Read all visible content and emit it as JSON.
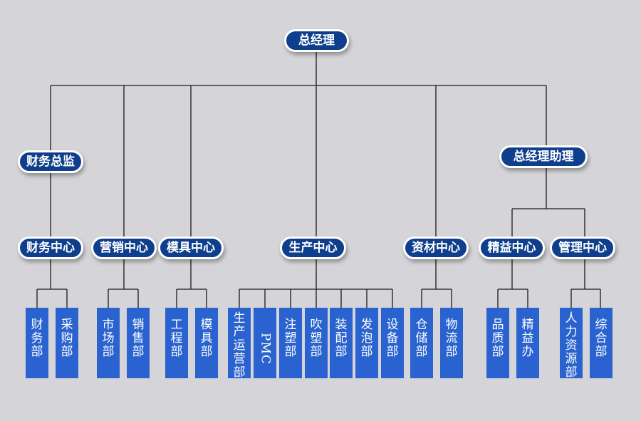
{
  "top": {
    "label": "总经理"
  },
  "level2": {
    "finance_director": "财务总监",
    "gm_assistant": "总经理助理"
  },
  "centers": [
    {
      "label": "财务中心"
    },
    {
      "label": "营销中心"
    },
    {
      "label": "模具中心"
    },
    {
      "label": "生产中心"
    },
    {
      "label": "资材中心"
    },
    {
      "label": "精益中心"
    },
    {
      "label": "管理中心"
    }
  ],
  "departments": [
    {
      "label": "财务部",
      "center": "财务中心"
    },
    {
      "label": "采购部",
      "center": "财务中心"
    },
    {
      "label": "市场部",
      "center": "营销中心"
    },
    {
      "label": "销售部",
      "center": "营销中心"
    },
    {
      "label": "工程部",
      "center": "模具中心"
    },
    {
      "label": "模具部",
      "center": "模具中心"
    },
    {
      "label": "生产运营部",
      "center": "生产中心"
    },
    {
      "label": "PMC",
      "center": "生产中心"
    },
    {
      "label": "注塑部",
      "center": "生产中心"
    },
    {
      "label": "吹塑部",
      "center": "生产中心"
    },
    {
      "label": "装配部",
      "center": "生产中心"
    },
    {
      "label": "发泡部",
      "center": "生产中心"
    },
    {
      "label": "设备部",
      "center": "生产中心"
    },
    {
      "label": "仓储部",
      "center": "资材中心"
    },
    {
      "label": "物流部",
      "center": "资材中心"
    },
    {
      "label": "品质部",
      "center": "精益中心"
    },
    {
      "label": "精益办",
      "center": "精益中心"
    },
    {
      "label": "人力资源部",
      "center": "管理中心"
    },
    {
      "label": "综合部",
      "center": "管理中心"
    }
  ],
  "colors": {
    "background": "#d5d5d9",
    "pill_fill": "#0f3f8c",
    "pill_border": "#ffffff",
    "dept_fill": "#2a63cf",
    "text": "#ffffff",
    "connector": "#1a1a1a"
  }
}
